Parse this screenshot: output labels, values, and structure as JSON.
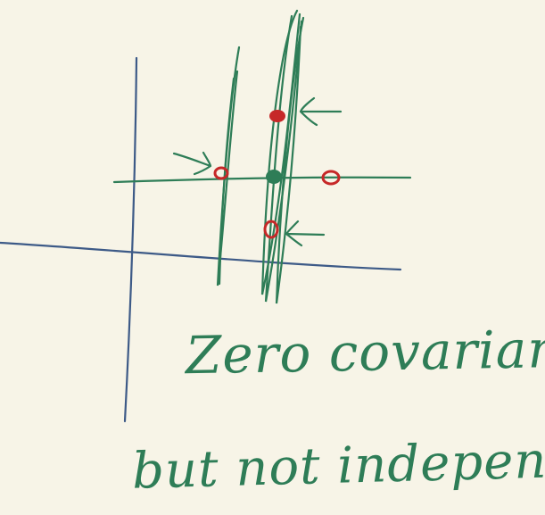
{
  "notes": {
    "line1": "Zero covariance",
    "line2": "but not independent"
  },
  "colors": {
    "background": "#f7f4e7",
    "axis_ink": "#3d5a87",
    "green_ink": "#2e7d57",
    "red_ink": "#c62828"
  },
  "icons": {
    "arrows": [
      "arrow-pointing-at-left-point",
      "arrow-pointing-at-top-point",
      "arrow-pointing-at-bottom-point"
    ]
  }
}
